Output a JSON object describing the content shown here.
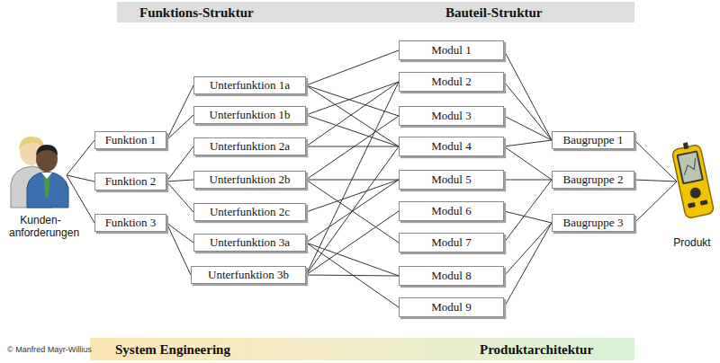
{
  "diagram": {
    "nodes": [
      {
        "text": [
          "Funktions-Struktur",
          "Bauteil-Struktur"
        ]
      },
      {
        "text": [
          "Kunden- anforderungen"
        ]
      },
      {
        "text": [
          "Funktion 1"
        ]
      },
      {
        "text": [
          "Funktion 2"
        ]
      },
      {
        "text": [
          "Funktion 3"
        ]
      },
      {
        "text": [
          "Unterfunktion 1a"
        ]
      },
      {
        "text": [
          "Unterfunktion 1b"
        ]
      },
      {
        "text": [
          "Unterfunktion 2a"
        ]
      },
      {
        "text": [
          "Unterfunktion 2b"
        ]
      },
      {
        "text": [
          "Unterfunktion 2c"
        ]
      },
      {
        "text": [
          "Unterfunktion 3a"
        ]
      },
      {
        "text": [
          "Unterfunktion 3b"
        ]
      },
      {
        "text": [
          "Modul 1"
        ]
      },
      {
        "text": [
          "Modul 2"
        ]
      },
      {
        "text": [
          "Modul 3"
        ]
      },
      {
        "text": [
          "Modul 4"
        ]
      },
      {
        "text": [
          "Modul 5"
        ]
      },
      {
        "text": [
          "Modul 6"
        ]
      },
      {
        "text": [
          "Modul 7"
        ]
      },
      {
        "text": [
          "Modul 8"
        ]
      },
      {
        "text": [
          "Modul 9"
        ]
      },
      {
        "text": [
          "Baugruppe 1"
        ]
      },
      {
        "text": [
          "Baugruppe 2"
        ]
      },
      {
        "text": [
          "Baugruppe 3"
        ]
      },
      {
        "text": [
          "Produkt"
        ]
      },
      {
        "text": [
          "System Engineering",
          "Produktarchitektur"
        ]
      }
    ],
    "edges": [
      {
        "from": 1,
        "to": 2,
        "arrow": "none"
      },
      {
        "from": 1,
        "to": 3,
        "arrow": "none"
      },
      {
        "from": 1,
        "to": 4,
        "arrow": "none"
      },
      {
        "from": 2,
        "to": 5,
        "arrow": "none"
      },
      {
        "from": 2,
        "to": 6,
        "arrow": "none"
      },
      {
        "from": 3,
        "to": 7,
        "arrow": "none"
      },
      {
        "from": 3,
        "to": 8,
        "arrow": "none"
      },
      {
        "from": 3,
        "to": 9,
        "arrow": "none"
      },
      {
        "from": 4,
        "to": 10,
        "arrow": "none"
      },
      {
        "from": 4,
        "to": 11,
        "arrow": "none"
      },
      {
        "from": 5,
        "to": 12,
        "arrow": "none"
      },
      {
        "from": 5,
        "to": 14,
        "arrow": "none"
      },
      {
        "from": 5,
        "to": 15,
        "arrow": "none"
      },
      {
        "from": 6,
        "to": 13,
        "arrow": "none"
      },
      {
        "from": 6,
        "to": 15,
        "arrow": "none"
      },
      {
        "from": 7,
        "to": 13,
        "arrow": "none"
      },
      {
        "from": 7,
        "to": 15,
        "arrow": "none"
      },
      {
        "from": 8,
        "to": 14,
        "arrow": "none"
      },
      {
        "from": 8,
        "to": 16,
        "arrow": "none"
      },
      {
        "from": 8,
        "to": 18,
        "arrow": "none"
      },
      {
        "from": 9,
        "to": 16,
        "arrow": "none"
      },
      {
        "from": 10,
        "to": 16,
        "arrow": "none"
      },
      {
        "from": 10,
        "to": 19,
        "arrow": "none"
      },
      {
        "from": 10,
        "to": 20,
        "arrow": "none"
      },
      {
        "from": 11,
        "to": 13,
        "arrow": "none"
      },
      {
        "from": 11,
        "to": 15,
        "arrow": "none"
      },
      {
        "from": 11,
        "to": 17,
        "arrow": "none"
      },
      {
        "from": 11,
        "to": 19,
        "arrow": "none"
      },
      {
        "from": 12,
        "to": 21,
        "arrow": "none"
      },
      {
        "from": 13,
        "to": 21,
        "arrow": "none"
      },
      {
        "from": 14,
        "to": 21,
        "arrow": "none"
      },
      {
        "from": 15,
        "to": 21,
        "arrow": "none"
      },
      {
        "from": 15,
        "to": 22,
        "arrow": "none"
      },
      {
        "from": 16,
        "to": 22,
        "arrow": "none"
      },
      {
        "from": 18,
        "to": 22,
        "arrow": "none"
      },
      {
        "from": 17,
        "to": 23,
        "arrow": "none"
      },
      {
        "from": 19,
        "to": 23,
        "arrow": "none"
      },
      {
        "from": 20,
        "to": 23,
        "arrow": "none"
      },
      {
        "from": 21,
        "to": 24,
        "arrow": "none"
      },
      {
        "from": 22,
        "to": 24,
        "arrow": "none"
      },
      {
        "from": 23,
        "to": 24,
        "arrow": "none"
      }
    ],
    "labels": [
      "© Manfred Mayr-Willius"
    ]
  }
}
